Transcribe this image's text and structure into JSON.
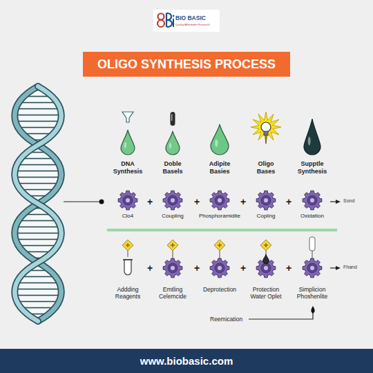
{
  "diagram": {
    "title": "OLIGO SYNTHESIS PROCESS",
    "caption": "www.biobasic.com",
    "nodes": [
      {
        "text": [
          "DNA Synthesis"
        ]
      },
      {
        "text": [
          "Doble Basels"
        ]
      },
      {
        "text": [
          "Adipite Basies"
        ]
      },
      {
        "text": [
          "Oligo Bases"
        ]
      },
      {
        "text": [
          "Supptle Synthesis"
        ]
      },
      {
        "text": [
          "Clo4"
        ]
      },
      {
        "text": [
          "Coupling"
        ]
      },
      {
        "text": [
          "Phosphoramidite"
        ]
      },
      {
        "text": [
          "Copling"
        ]
      },
      {
        "text": [
          "Oxidation"
        ]
      },
      {
        "text": [
          "Addding Reagents"
        ]
      },
      {
        "text": [
          "Emtling Celemcide"
        ]
      },
      {
        "text": [
          "Deprotection"
        ]
      },
      {
        "text": [
          "Protection Water Oplet"
        ]
      },
      {
        "text": [
          "Simplicion Phoshenlite"
        ]
      }
    ],
    "labels": [
      "BIO BASIC",
      "Quality Affordable Research",
      "+",
      "+",
      "+",
      "+",
      "Sond",
      "+",
      "+",
      "+",
      "+",
      "Fhand",
      "Reemication"
    ]
  }
}
